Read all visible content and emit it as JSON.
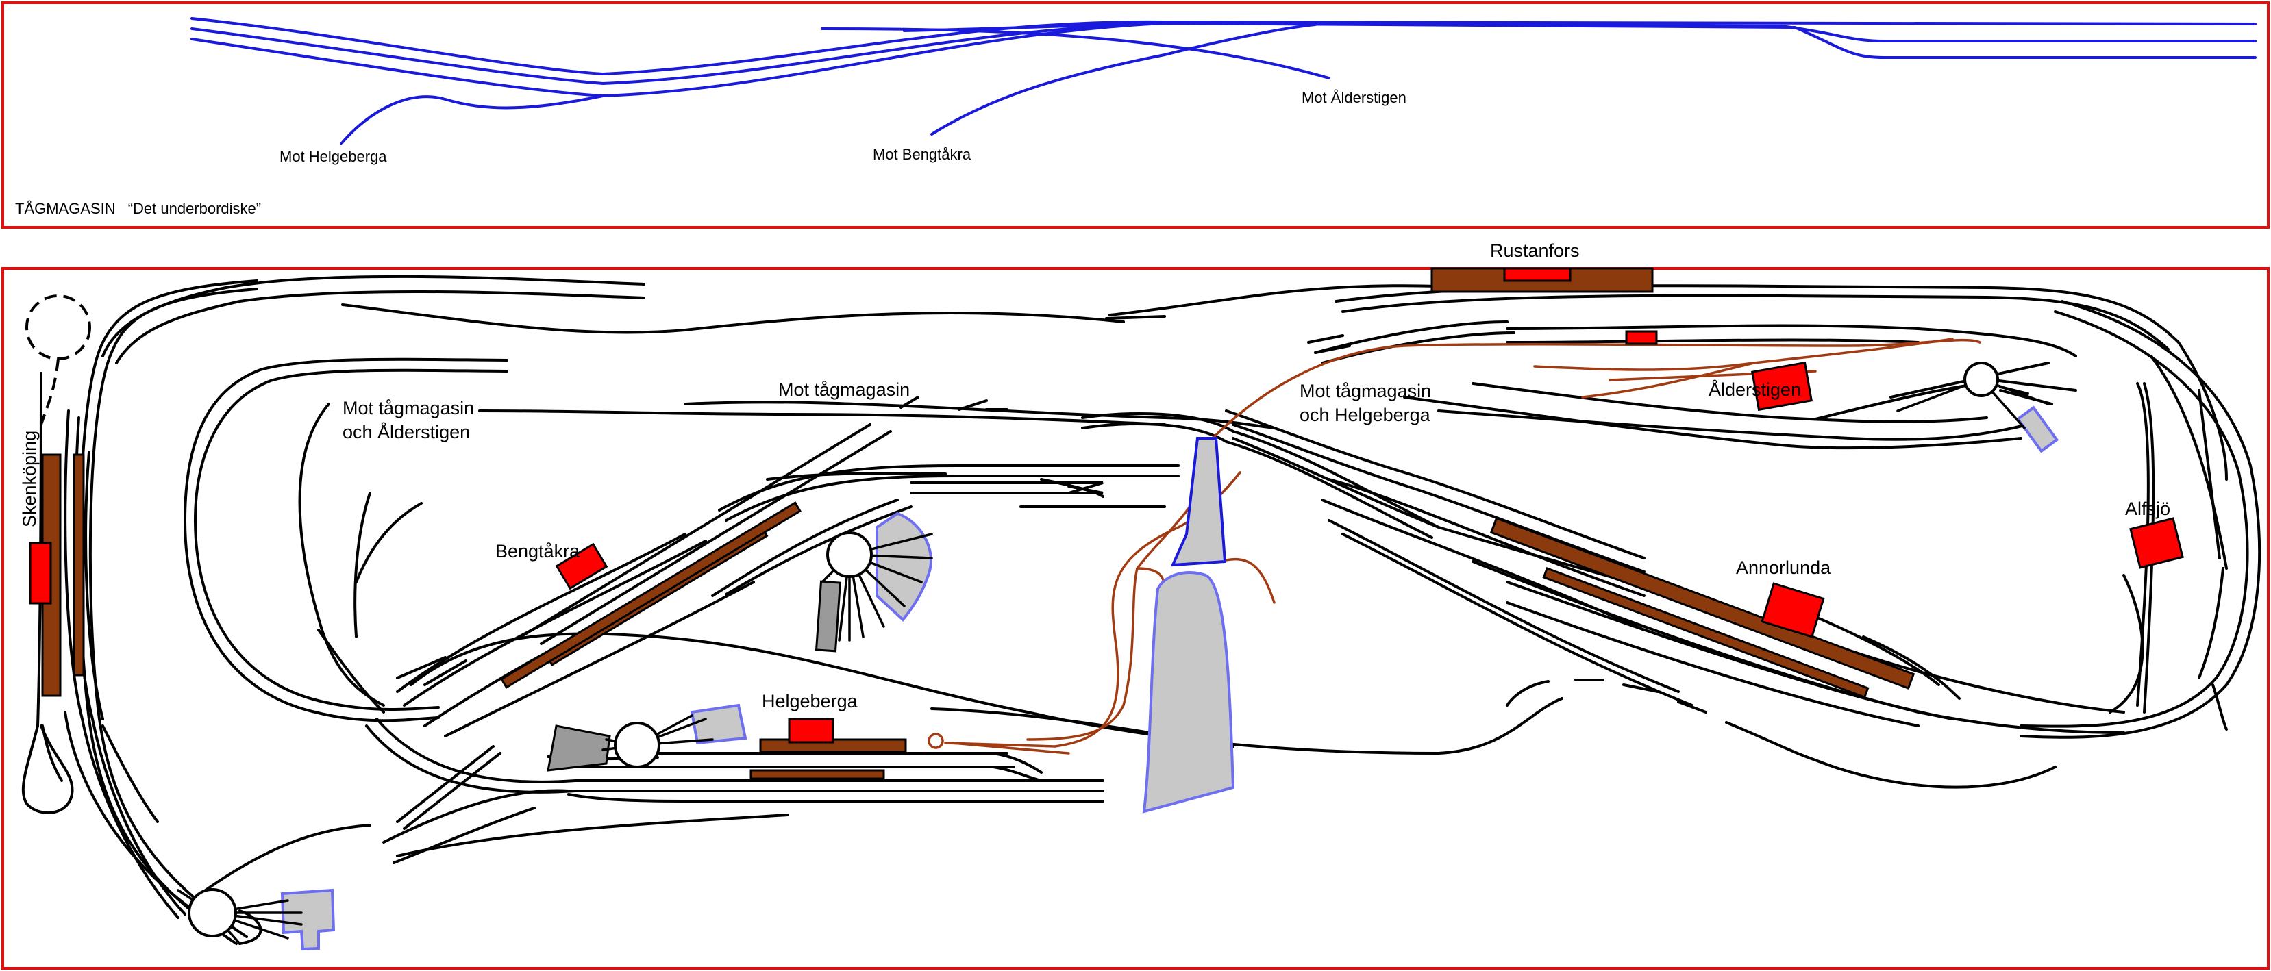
{
  "storage_panel": {
    "caption_main": "TÅGMAGASIN",
    "caption_sub": "“Det underbordiske”",
    "to_helgeberga": "Mot Helgeberga",
    "to_bengtakra": "Mot Bengtåkra",
    "to_alderstigen": "Mot Ålderstigen"
  },
  "layout_panel": {
    "skenkoping": "Skenköping",
    "to_storage_alderstigen_1": "Mot tågmagasin",
    "to_storage_alderstigen_2": "och Ålderstigen",
    "to_storage": "Mot tågmagasin",
    "to_storage_helgeberga_1": "Mot tågmagasin",
    "to_storage_helgeberga_2": "och Helgeberga",
    "bengtakra": "Bengtåkra",
    "helgeberga": "Helgeberga",
    "rustanfors": "Rustanfors",
    "alderstigen": "Ålderstigen",
    "alfsjo": "Alfsjö",
    "annorlunda": "Annorlunda"
  },
  "colors": {
    "frame": "#e01010",
    "track": "#000000",
    "storage_track": "#1a1adc",
    "narrow_gauge": "#a23b12",
    "platform": "#8b3a0e",
    "station_building": "#ff0000",
    "engine_shed": "#c8c8c8"
  }
}
